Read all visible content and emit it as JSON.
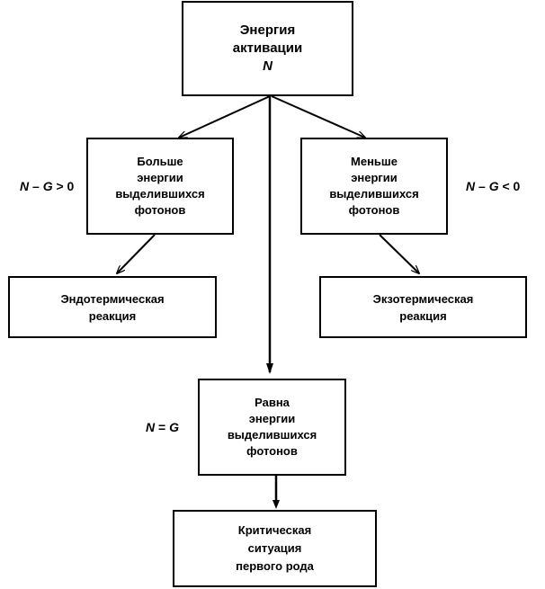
{
  "top_box": {
    "line1": "Энергия",
    "line2": "активации",
    "line3": "N"
  },
  "left_mid_box": {
    "lines": [
      "Больше",
      "энергии",
      "выделившихся",
      "фотонов"
    ]
  },
  "right_mid_box": {
    "lines": [
      "Меньше",
      "энергии",
      "выделившихся",
      "фотонов"
    ]
  },
  "left_bottom_box": {
    "lines": [
      "Эндотермическая",
      "реакция"
    ]
  },
  "right_bottom_box": {
    "lines": [
      "Экзотермическая",
      "реакция"
    ]
  },
  "center_mid_box": {
    "lines": [
      "Равна",
      "энергии",
      "выделившихся",
      "фотонов"
    ]
  },
  "final_box": {
    "lines": [
      "Критическая",
      "ситуация",
      "первого рода"
    ]
  },
  "conditions": {
    "left": {
      "a": "N",
      "op": " – ",
      "b": "G",
      "rel": " > 0"
    },
    "right": {
      "a": "N",
      "op": " – ",
      "b": "G",
      "rel": " < 0"
    },
    "center": {
      "a": "N",
      "op": " = ",
      "b": "G"
    }
  }
}
